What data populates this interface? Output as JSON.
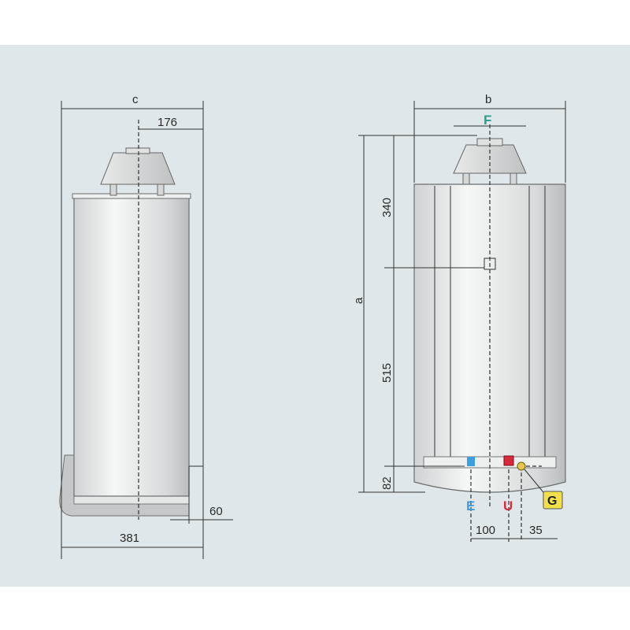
{
  "dimensions": {
    "width_label": "c",
    "flue_offset": "176",
    "depth": "381",
    "bracket_depth": "60",
    "front_width_label": "b",
    "height_label": "a",
    "top_height": "340",
    "mid_height": "515",
    "bottom_height": "82",
    "e_spacing": "100",
    "g_spacing": "35"
  },
  "connections": {
    "flue": {
      "label": "F",
      "color": "#27a088"
    },
    "cold": {
      "label": "E",
      "color": "#3a9ee0"
    },
    "hot": {
      "label": "U",
      "color": "#d8283a"
    },
    "gas": {
      "label": "G",
      "color": "#f2e04a"
    }
  },
  "colors": {
    "background": "#dfe7ea",
    "tank_light": "#f4f5f5",
    "tank_dark": "#c9cccc"
  }
}
